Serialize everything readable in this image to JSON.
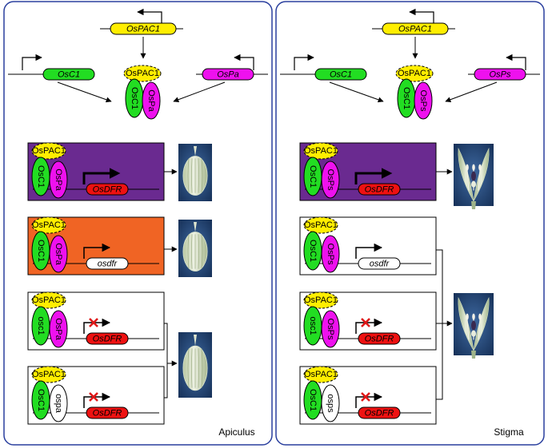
{
  "colors": {
    "panel_border": "#2a3f9e",
    "promoter_on": "#6a2a90",
    "promoter_partial": "#f06424",
    "osc1": "#22dd22",
    "pa_ps": "#ee11ee",
    "pac1": "#ffee00",
    "dfr": "#ee1111",
    "red_x": "#e01818"
  },
  "panels": [
    {
      "tissue_label": "Apiculus",
      "genes": {
        "pac1": "OsPAC1",
        "c1": "OsC1",
        "partner": "OsPa"
      },
      "complex": {
        "pac1": "OsPAC1",
        "c1": "OsC1",
        "partner": "OsPa"
      },
      "rows": [
        {
          "pac1": "OsPAC1",
          "c1": "OsC1",
          "partner": "OsPa",
          "dfr": "OsDFR"
        },
        {
          "pac1": "OsPAC1",
          "c1": "OsC1",
          "partner": "OsPa",
          "dfr": "osdfr"
        },
        {
          "pac1": "OsPAC1",
          "c1": "osc1",
          "partner": "OsPa",
          "dfr": "OsDFR"
        },
        {
          "pac1": "OsPAC1",
          "c1": "OsC1",
          "partner": "ospa",
          "dfr": "OsDFR"
        }
      ]
    },
    {
      "tissue_label": "Stigma",
      "genes": {
        "pac1": "OsPAC1",
        "c1": "OsC1",
        "partner": "OsPs"
      },
      "complex": {
        "pac1": "OsPAC1",
        "c1": "OsC1",
        "partner": "OsPs"
      },
      "rows": [
        {
          "pac1": "OsPAC1",
          "c1": "OsC1",
          "partner": "OsPs",
          "dfr": "OsDFR"
        },
        {
          "pac1": "OsPAC1",
          "c1": "OsC1",
          "partner": "OsPs",
          "dfr": "osdfr"
        },
        {
          "pac1": "OsPAC1",
          "c1": "osc1",
          "partner": "OsPs",
          "dfr": "OsDFR"
        },
        {
          "pac1": "OsPAC1",
          "c1": "OsC1",
          "partner": "osps",
          "dfr": "OsDFR"
        }
      ]
    }
  ]
}
